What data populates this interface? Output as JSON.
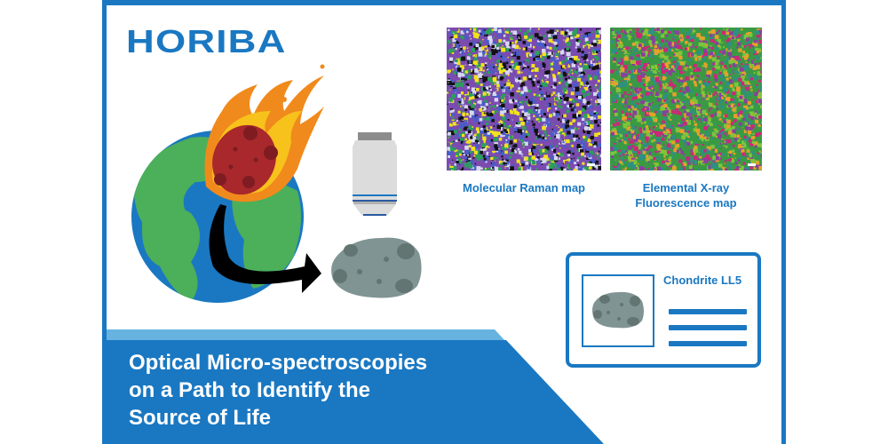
{
  "brand": {
    "logo_text": "HORIBA",
    "color": "#1a78c2"
  },
  "maps": [
    {
      "id": "raman",
      "caption": "Molecular Raman map",
      "palette": [
        "#7b4bb0",
        "#4a5cc8",
        "#f2e21c",
        "#111111",
        "#2aa05a",
        "#d8d8f0"
      ]
    },
    {
      "id": "xrf",
      "caption_line1": "Elemental X-ray",
      "caption_line2": "Fluorescence map",
      "palette": [
        "#3a9a44",
        "#7cc63a",
        "#d0257a",
        "#e8a02a",
        "#2e8f86",
        "#8a3fa0"
      ]
    }
  ],
  "sample_card": {
    "title": "Chondrite LL5",
    "lines": 3
  },
  "headline": {
    "line1": "Optical Micro-spectroscopies",
    "line2": "on a Path to Identify the",
    "line3": "Source of Life"
  },
  "illustration": {
    "earth": {
      "ocean": "#1a78c2",
      "land": "#4caf5a"
    },
    "meteor": {
      "rock": "#a8282c",
      "crater": "#7e1c22",
      "flame_outer": "#f08a1c",
      "flame_inner": "#f7c21c"
    },
    "objective": {
      "body": "#dcdcdc",
      "cap": "#8c8c8c",
      "band": "#1a78c2"
    },
    "sample_rock": {
      "fill": "#7f9493",
      "crater": "#627573"
    },
    "arrow": "#000000"
  },
  "colors": {
    "accent": "#1a78c2",
    "accent_light": "#66b3e0",
    "background": "#ffffff"
  }
}
